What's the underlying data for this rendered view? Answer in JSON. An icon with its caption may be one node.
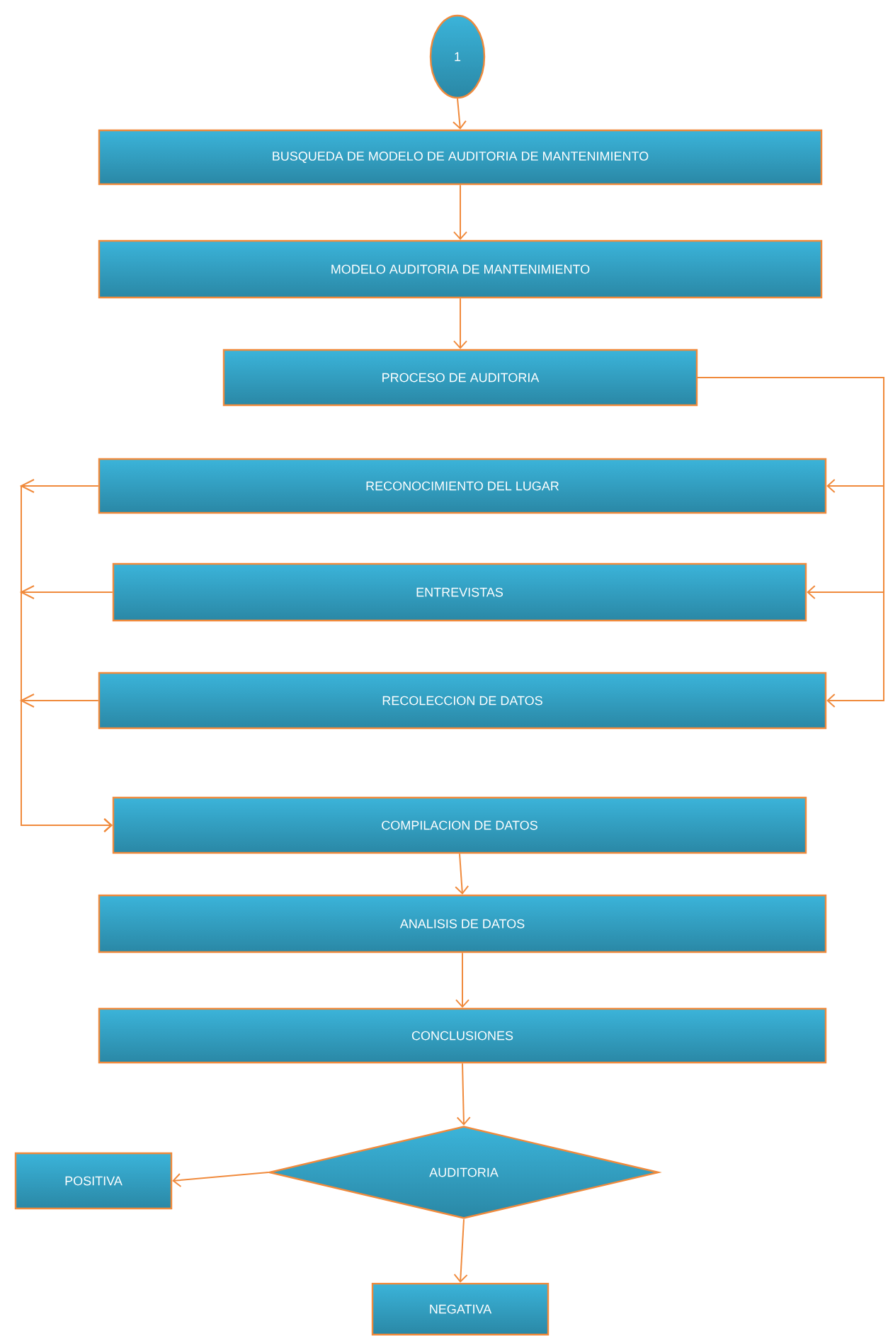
{
  "diagram": {
    "nodes": [
      {
        "text": [
          "1"
        ]
      },
      {
        "text": [
          "BUSQUEDA DE MODELO DE AUDITORIA DE MANTENIMIENTO"
        ]
      },
      {
        "text": [
          "MODELO AUDITORIA DE MANTENIMIENTO"
        ]
      },
      {
        "text": [
          "PROCESO DE AUDITORIA"
        ]
      },
      {
        "text": [
          "RECONOCIMIENTO DEL LUGAR"
        ]
      },
      {
        "text": [
          "ENTREVISTAS"
        ]
      },
      {
        "text": [
          "RECOLECCION DE DATOS"
        ]
      },
      {
        "text": [
          "COMPILACION DE DATOS"
        ]
      },
      {
        "text": [
          "ANALISIS DE DATOS"
        ]
      },
      {
        "text": [
          "CONCLUSIONES"
        ]
      },
      {
        "text": [
          "AUDITORIA"
        ]
      },
      {
        "text": [
          "POSITIVA"
        ]
      },
      {
        "text": [
          "NEGATIVA"
        ]
      }
    ],
    "edges": [
      {
        "from": 0,
        "to": 1,
        "arrow": "to"
      },
      {
        "from": 1,
        "to": 2,
        "arrow": "to"
      },
      {
        "from": 2,
        "to": 3,
        "arrow": "to"
      },
      {
        "from": 3,
        "to": 4,
        "arrow": "to"
      },
      {
        "from": 3,
        "to": 5,
        "arrow": "to"
      },
      {
        "from": 3,
        "to": 6,
        "arrow": "to"
      },
      {
        "from": 4,
        "to": 7,
        "arrow": "to"
      },
      {
        "from": 5,
        "to": 7,
        "arrow": "to"
      },
      {
        "from": 6,
        "to": 7,
        "arrow": "to"
      },
      {
        "from": 7,
        "to": 8,
        "arrow": "to"
      },
      {
        "from": 8,
        "to": 9,
        "arrow": "to"
      },
      {
        "from": 9,
        "to": 10,
        "arrow": "to"
      },
      {
        "from": 10,
        "to": 11,
        "arrow": "to"
      },
      {
        "from": 10,
        "to": 12,
        "arrow": "to"
      }
    ]
  }
}
